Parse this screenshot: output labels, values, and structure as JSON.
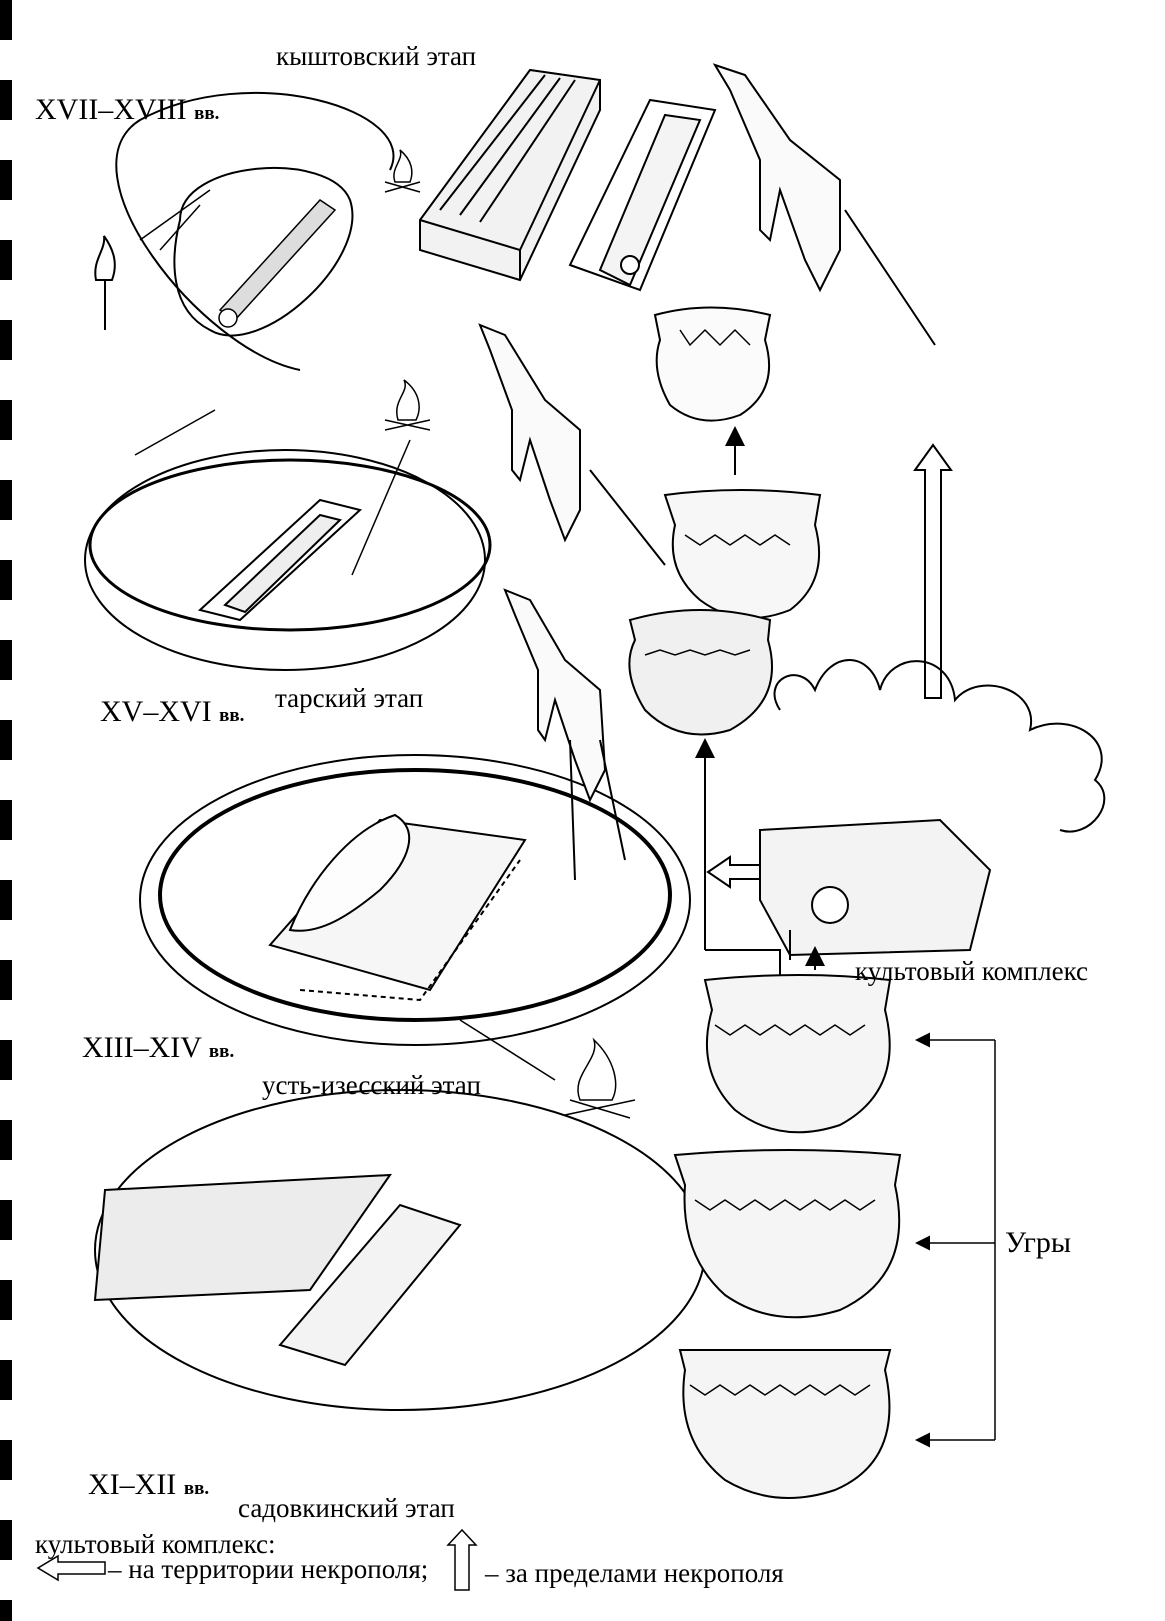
{
  "periods": [
    {
      "roman": "XVII–XVIII",
      "suffix": "вв.",
      "stage": "кыштовский этап"
    },
    {
      "roman": "XV–XVI",
      "suffix": "вв.",
      "stage": "тарский этап"
    },
    {
      "roman": "XIII–XIV",
      "suffix": "вв.",
      "stage": "усть-изесский этап"
    },
    {
      "roman": "XI–XII",
      "suffix": "вв.",
      "stage": "садовкинский этап"
    }
  ],
  "cult_complex_label": "культовый комплекс",
  "ugry_label": "Угры",
  "legend": {
    "title": "культовый комплекс:",
    "inside": "– на территории некрополя;",
    "outside": "– за пределами некрополя"
  }
}
